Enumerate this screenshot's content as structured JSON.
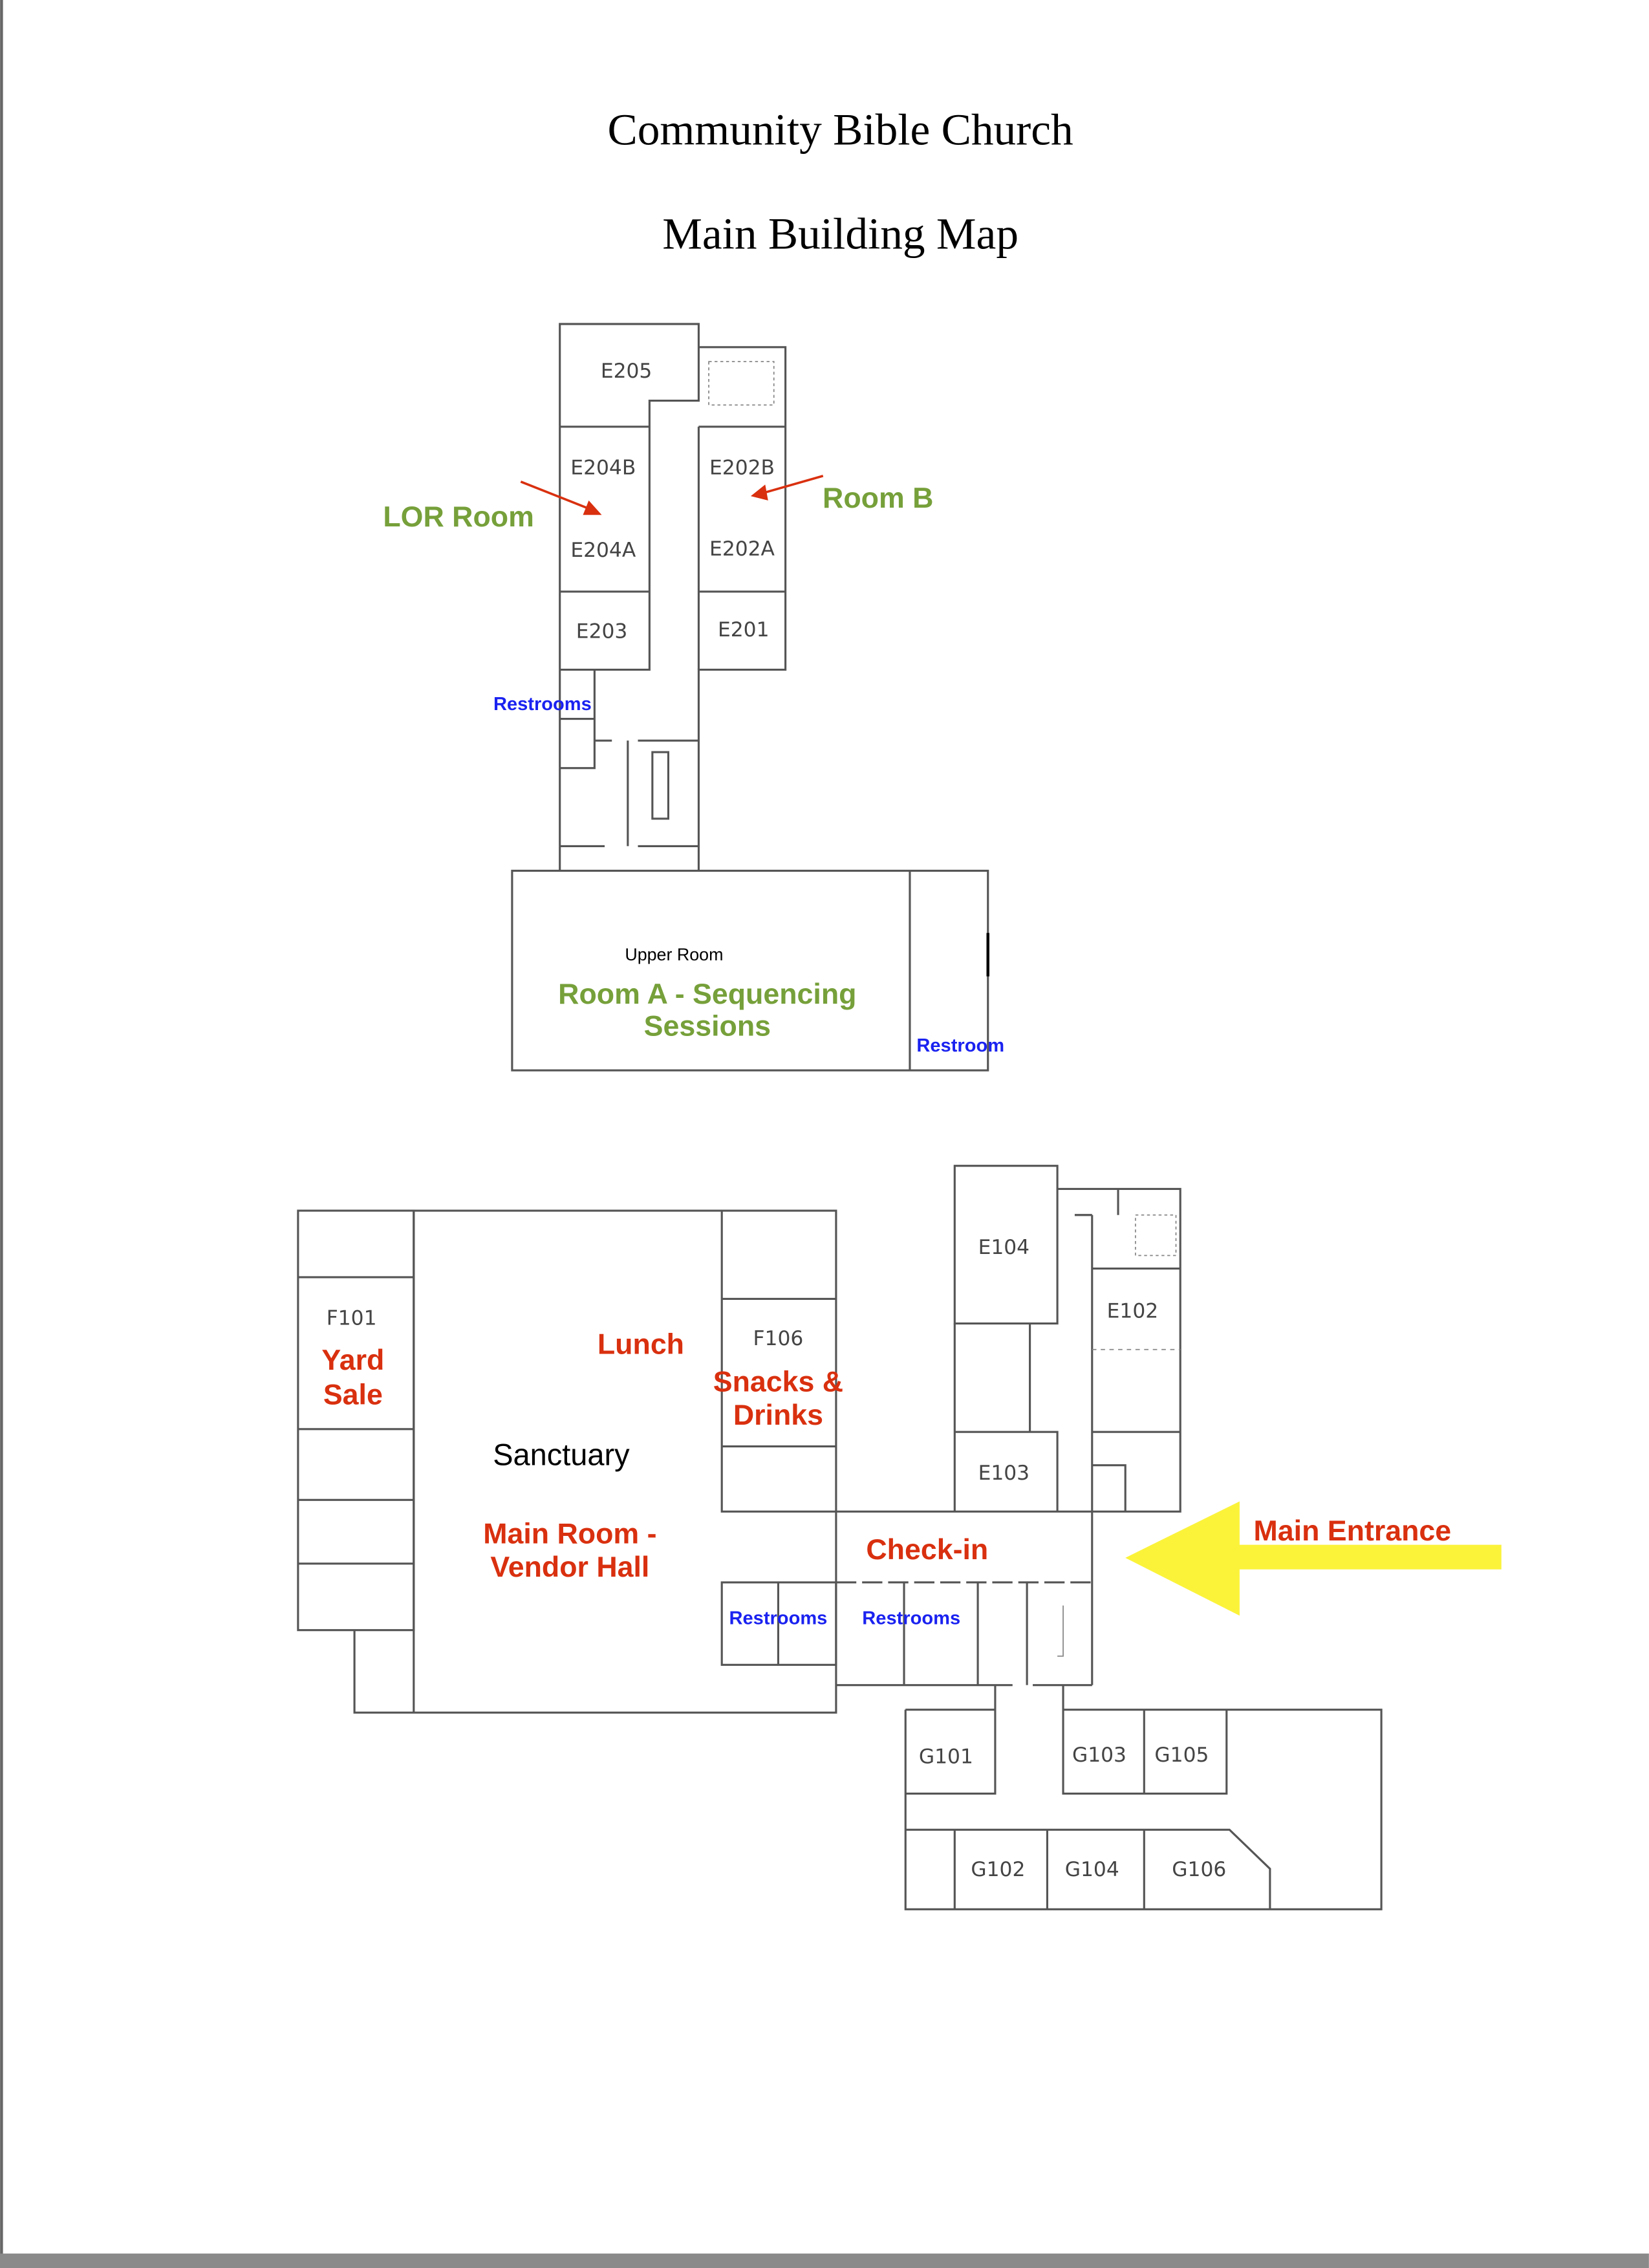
{
  "header": {
    "title": "Community Bible Church",
    "subtitle": "Main Building Map"
  },
  "colors": {
    "event_label": "#d9300f",
    "session_label": "#76a03a",
    "restroom_label": "#1a22f0",
    "entrance_arrow": "#fbf33a"
  },
  "upper_building": {
    "rooms": [
      "E205",
      "E204B",
      "E204A",
      "E203",
      "E202B",
      "E202A",
      "E201"
    ],
    "lor_room": "LOR Room",
    "room_b": "Room B",
    "restrooms": "Restrooms",
    "upper_room": "Upper Room",
    "room_a_line1": "Room A - Sequencing",
    "room_a_line2": "Sessions",
    "restroom": "Restroom"
  },
  "lower_building": {
    "rooms": [
      "F101",
      "F106",
      "E104",
      "E102",
      "E103",
      "G101",
      "G103",
      "G105",
      "G102",
      "G104",
      "G106"
    ],
    "yard_sale_line1": "Yard",
    "yard_sale_line2": "Sale",
    "lunch": "Lunch",
    "snacks_line1": "Snacks &",
    "snacks_line2": "Drinks",
    "sanctuary": "Sanctuary",
    "main_room_line1": "Main Room -",
    "main_room_line2": "Vendor Hall",
    "check_in": "Check-in",
    "restrooms_left": "Restrooms",
    "restrooms_right": "Restrooms",
    "main_entrance": "Main Entrance"
  }
}
